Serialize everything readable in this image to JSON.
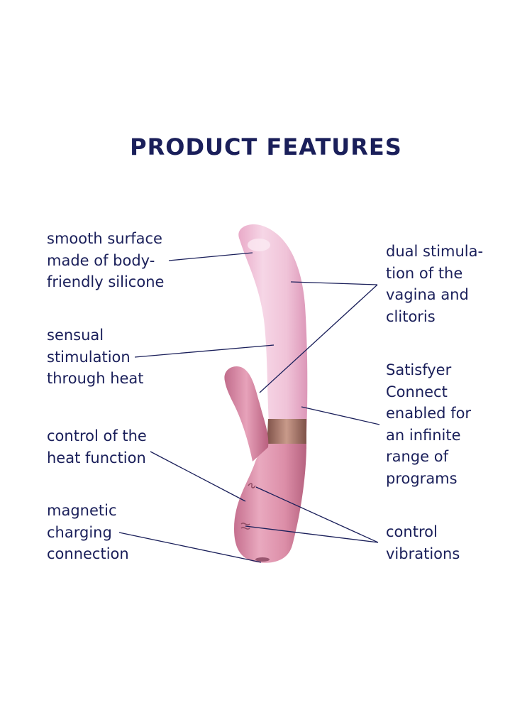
{
  "title": "PRODUCT FEATURES",
  "features": {
    "smooth_surface": "smooth surface\nmade of body-\nfriendly silicone",
    "sensual_heat": "sensual\nstimulation\nthrough heat",
    "heat_control": "control of the\nheat function",
    "magnetic_charging": "magnetic\ncharging\nconnection",
    "dual_stimulation": "dual stimula-\ntion of the\nvagina and\nclitoris",
    "satisfyer_connect": "Satisfyer\nConnect\nenabled for\nan infinite\nrange of\nprograms",
    "control_vibrations": "control\nvibrations"
  },
  "colors": {
    "text": "#1a1f5a",
    "shaft_light": "#f4cfe0",
    "shaft_mid": "#e7a6c3",
    "handle": "#d98aa3",
    "handle_dark": "#b9647f",
    "ring": "#9a6b5f"
  }
}
